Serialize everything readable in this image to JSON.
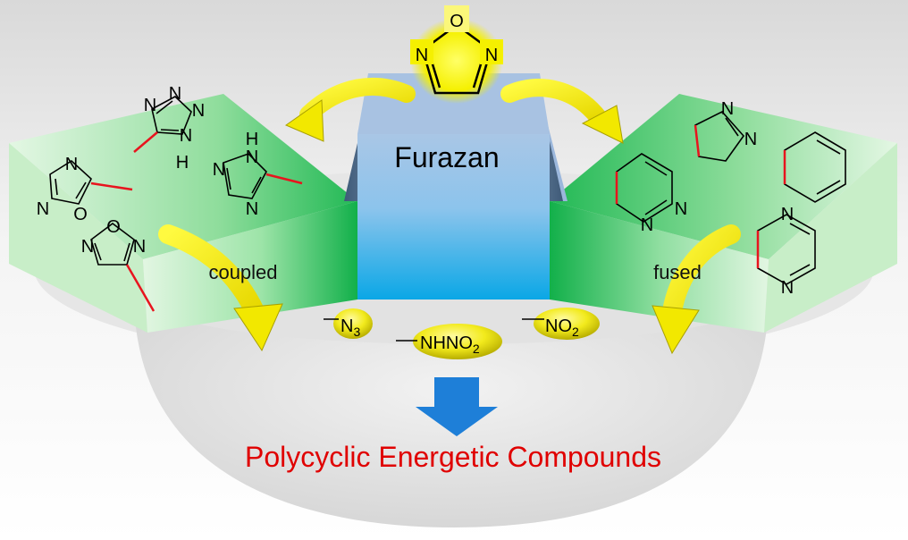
{
  "center": {
    "label": "Furazan"
  },
  "left": {
    "label": "coupled"
  },
  "right": {
    "label": "fused"
  },
  "bottom": {
    "label": "Polycyclic Energetic Compounds"
  },
  "groups": {
    "azido": {
      "main": "N",
      "sub": "3"
    },
    "nitramino": {
      "main": "NHNO",
      "sub": "2"
    },
    "nitro": {
      "main": "NO",
      "sub": "2"
    }
  },
  "atoms": {
    "furazan": [
      "N",
      "O",
      "N"
    ],
    "tetrazole": [
      "N",
      "N",
      "N",
      "N",
      "H"
    ],
    "triazole": [
      "N",
      "N",
      "N",
      "H"
    ],
    "oxadiazole_124": [
      "N",
      "N",
      "O"
    ],
    "oxadiazole_125": [
      "N",
      "O",
      "N"
    ],
    "pyrazoline": [
      "N",
      "N"
    ],
    "pyridazine": [
      "N",
      "N"
    ],
    "pyrazine": [
      "N",
      "N"
    ]
  },
  "colors": {
    "title_red": "#e00000",
    "green_dark": "#12b04a",
    "green_light": "#d8f3d8",
    "blue_top": "#a9c6e6",
    "blue_bottom": "#0aa7e6",
    "yellow": "#f5f000",
    "arrow_blue": "#1e7fd8",
    "highlight_red": "#e8141e"
  }
}
